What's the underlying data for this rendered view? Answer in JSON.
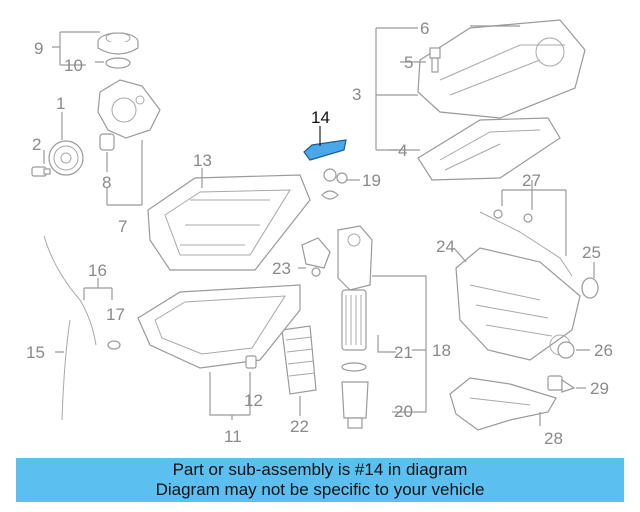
{
  "labels": {
    "l1": "1",
    "l2": "2",
    "l3": "3",
    "l4": "4",
    "l5": "5",
    "l6": "6",
    "l7": "7",
    "l8": "8",
    "l9": "9",
    "l10": "10",
    "l11": "11",
    "l12": "12",
    "l13": "13",
    "l14": "14",
    "l15": "15",
    "l16": "16",
    "l17": "17",
    "l18": "18",
    "l19": "19",
    "l20": "20",
    "l21": "21",
    "l22": "22",
    "l23": "23",
    "l24": "24",
    "l25": "25",
    "l26": "26",
    "l27": "27",
    "l28": "28",
    "l29": "29"
  },
  "highlight_color": "#4aa8e8",
  "banner": {
    "line1": "Part or sub-assembly is #14 in diagram",
    "line2": "Diagram may not be specific to your vehicle",
    "color": "#5bc0f0"
  }
}
